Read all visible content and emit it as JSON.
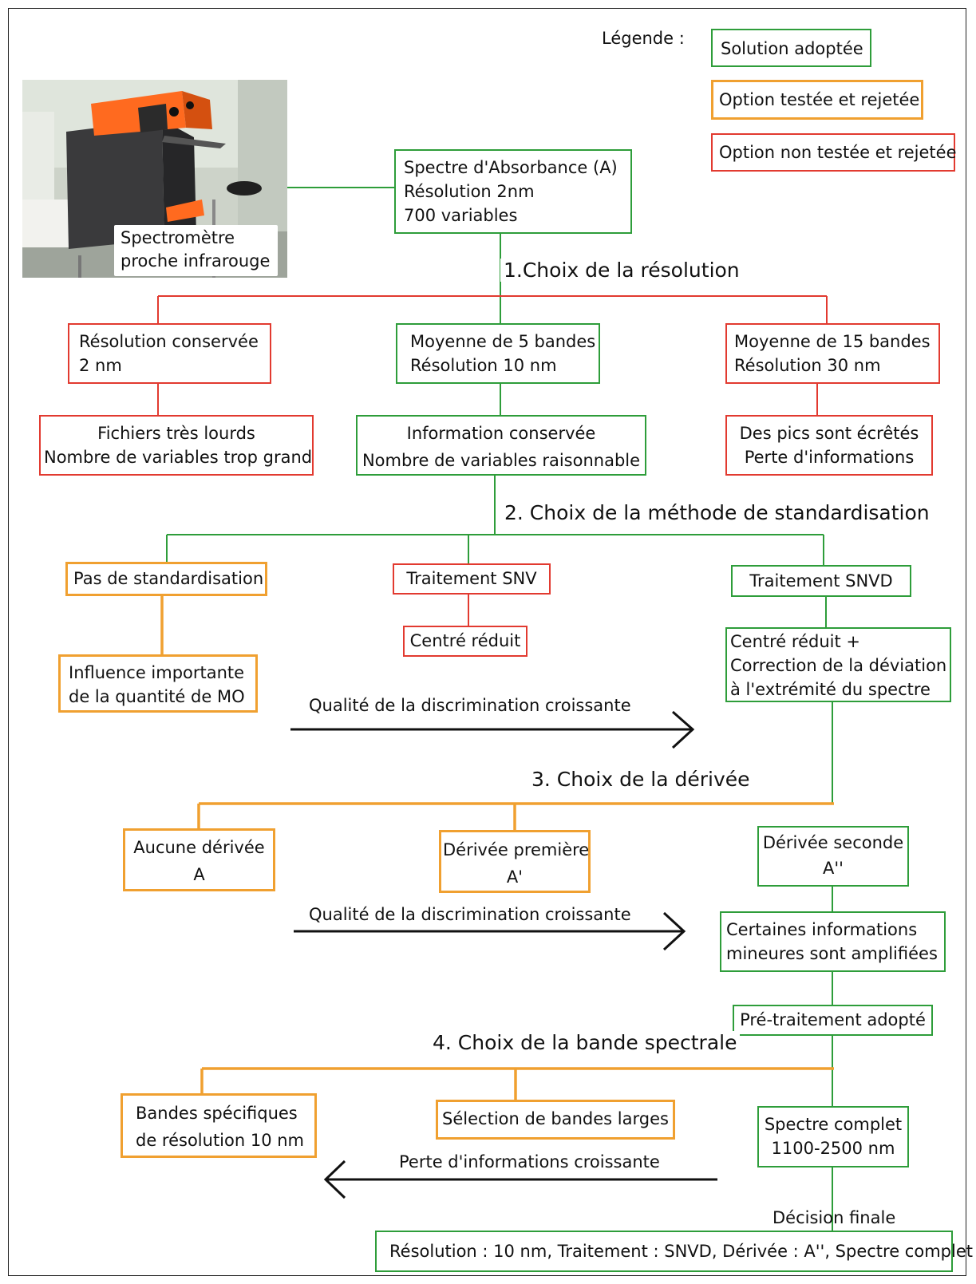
{
  "legend": {
    "title": "Légende :",
    "adopted": "Solution adoptée",
    "tested_rejected": "Option testée et rejetée",
    "untested_rejected": "Option non testée et rejetée",
    "colors": {
      "adopted": "#2e9d3a",
      "tested_rejected": "#f0a030",
      "untested_rejected": "#e23a30"
    }
  },
  "photo": {
    "caption_line1": "Spectromètre",
    "caption_line2": "proche infrarouge"
  },
  "start": {
    "line1": "Spectre d'Absorbance (A)",
    "line2": "Résolution 2nm",
    "line3": "700 variables"
  },
  "step1": {
    "title": "1.Choix de la résolution",
    "opt_a": {
      "line1": "Résolution conservée",
      "line2": "2 nm"
    },
    "opt_b": {
      "line1": "Moyenne de 5 bandes",
      "line2": "Résolution 10 nm"
    },
    "opt_c": {
      "line1": "Moyenne de 15 bandes",
      "line2": "Résolution 30 nm"
    },
    "res_a": {
      "line1": "Fichiers très lourds",
      "line2": "Nombre de variables trop grand"
    },
    "res_b": {
      "line1": "Information conservée",
      "line2": "Nombre de variables raisonnable"
    },
    "res_c": {
      "line1": "Des pics sont écrêtés",
      "line2": "Perte d'informations"
    }
  },
  "step2": {
    "title": "2. Choix de la méthode de standardisation",
    "opt_a": "Pas de standardisation",
    "opt_b": "Traitement SNV",
    "opt_c": "Traitement SNVD",
    "res_a": {
      "line1": "Influence importante",
      "line2": "de la quantité de MO"
    },
    "res_b": "Centré réduit",
    "res_c": {
      "line1": "Centré réduit +",
      "line2": "Correction de la déviation",
      "line3": "à l'extrémité du spectre"
    },
    "arrow_label": "Qualité de la discrimination croissante"
  },
  "step3": {
    "title": "3. Choix de la dérivée",
    "opt_a": {
      "line1": "Aucune dérivée",
      "line2": "A"
    },
    "opt_b": {
      "line1": "Dérivée première",
      "line2": "A'"
    },
    "opt_c": {
      "line1": "Dérivée seconde",
      "line2": "A''"
    },
    "arrow_label": "Qualité de la discrimination croissante",
    "res_c": {
      "line1": "Certaines informations",
      "line2": "mineures sont amplifiées"
    },
    "adopted": "Pré-traitement adopté"
  },
  "step4": {
    "title": "4. Choix de la bande spectrale",
    "opt_a": {
      "line1": "Bandes spécifiques",
      "line2": "de résolution 10 nm"
    },
    "opt_b": "Sélection de bandes larges",
    "opt_c": {
      "line1": "Spectre complet",
      "line2": "1100-2500 nm"
    },
    "arrow_label": "Perte d'informations croissante"
  },
  "final": {
    "label": "Décision finale",
    "text": "Résolution : 10 nm, Traitement : SNVD, Dérivée : A'', Spectre complet"
  }
}
